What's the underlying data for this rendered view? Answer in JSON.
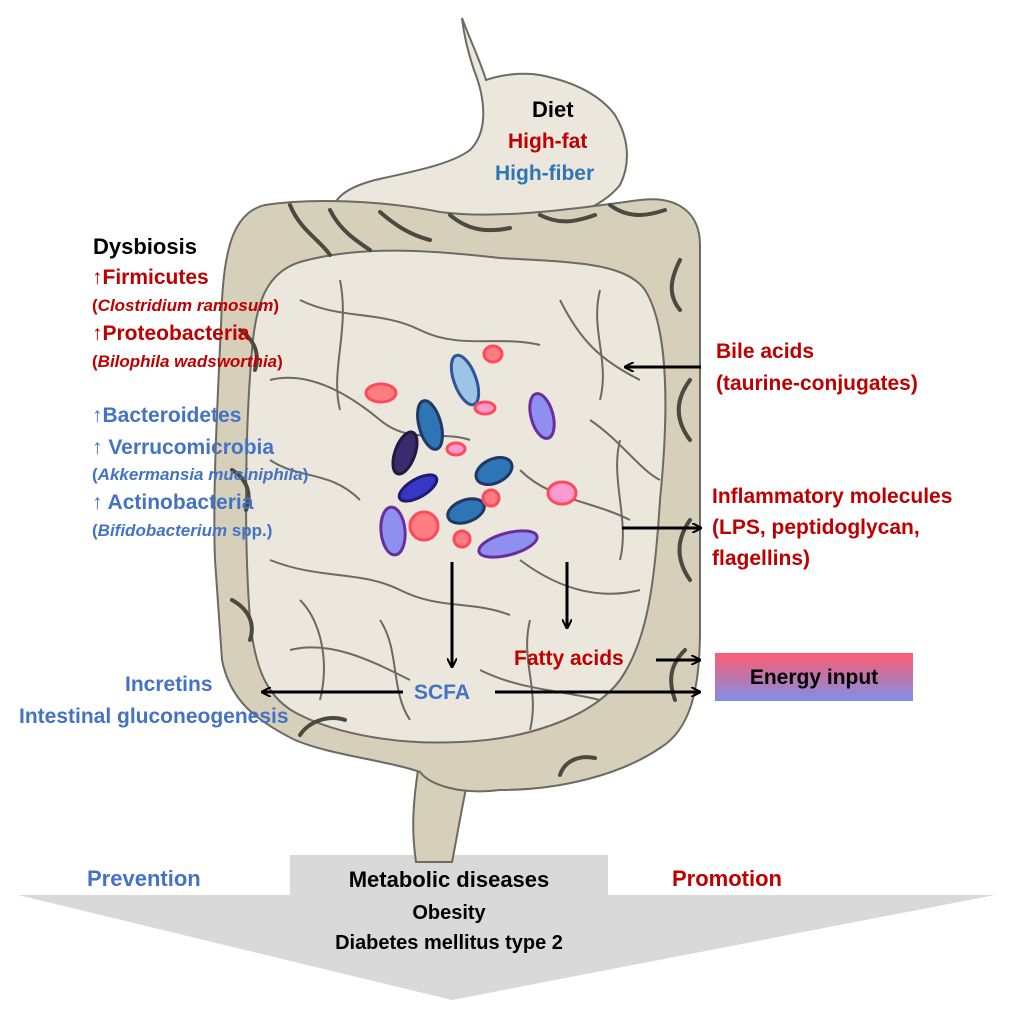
{
  "diet": {
    "title": "Diet",
    "high_fat": "High-fat",
    "high_fiber": "High-fiber"
  },
  "dysbiosis": {
    "title": "Dysbiosis",
    "arrow": "↑",
    "firmicutes": "Firmicutes",
    "firmicutes_example_open": "(",
    "firmicutes_example": "Clostridium ramosum",
    "firmicutes_example_close": ")",
    "proteobacteria": "Proteobacteria",
    "proteobacteria_example_open": "(",
    "proteobacteria_example": "Bilophila wadsworthia",
    "proteobacteria_example_close": ")",
    "bacteroidetes": "Bacteroidetes",
    "verrucomicrobia": " Verrucomicrobia",
    "verrucomicrobia_example_open": "(",
    "verrucomicrobia_example": "Akkermansia muciniphila",
    "verrucomicrobia_example_close": ")",
    "actinobacteria": " Actinobacteria",
    "actinobacteria_example_open": "(",
    "actinobacteria_example": "Bifidobacterium",
    "actinobacteria_example_suffix": " spp.)"
  },
  "bile_acids": {
    "line1": "Bile acids",
    "line2": "(taurine-conjugates)"
  },
  "inflammatory": {
    "line1": "Inflammatory molecules",
    "line2": "(LPS, peptidoglycan,",
    "line3": "flagellins)"
  },
  "fatty_acids": "Fatty acids",
  "energy_input": "Energy input",
  "scfa": "SCFA",
  "incretins": "Incretins",
  "gluconeogenesis": "Intestinal gluconeogenesis",
  "bottom": {
    "prevention": "Prevention",
    "promotion": "Promotion",
    "metabolic": "Metabolic diseases",
    "obesity": "Obesity",
    "diabetes": "Diabetes mellitus type 2"
  },
  "colors": {
    "red": "#c00000",
    "blue": "#4472c4",
    "sky": "#2e75b6",
    "intestine_fill": "#ece7dc",
    "colon_fill": "#d6d0bb",
    "outline": "#6b6a63",
    "arrow_gray": "#d9d9d9"
  }
}
